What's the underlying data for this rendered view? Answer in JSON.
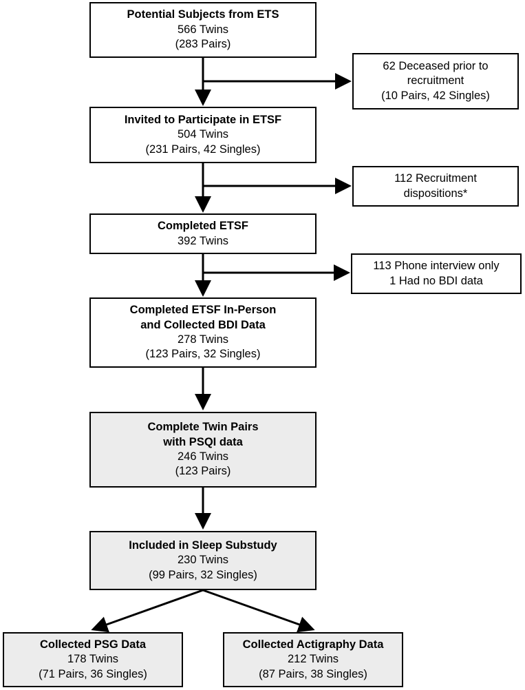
{
  "boxes": {
    "potential": {
      "title": "Potential Subjects from ETS",
      "line1": "566 Twins",
      "line2": "(283 Pairs)"
    },
    "deceased": {
      "line1": "62 Deceased prior to",
      "line2": "recruitment",
      "line3": "(10 Pairs, 42 Singles)"
    },
    "invited": {
      "title": "Invited to Participate in ETSF",
      "line1": "504 Twins",
      "line2": "(231 Pairs, 42 Singles)"
    },
    "dispositions": {
      "line1": "112 Recruitment",
      "line2": "dispositions*"
    },
    "completed": {
      "title": "Completed ETSF",
      "line1": "392 Twins"
    },
    "phone": {
      "line1": "113 Phone interview only",
      "line2": "1 Had no BDI data"
    },
    "inperson": {
      "title1": "Completed ETSF In-Person",
      "title2": "and Collected BDI Data",
      "line1": "278 Twins",
      "line2": "(123 Pairs, 32 Singles)"
    },
    "pairs": {
      "title1": "Complete Twin Pairs",
      "title2": "with PSQI data",
      "line1": "246 Twins",
      "line2": "(123 Pairs)"
    },
    "sleep": {
      "title": "Included in Sleep Substudy",
      "line1": "230 Twins",
      "line2": "(99 Pairs, 32 Singles)"
    },
    "psg": {
      "title": "Collected PSG Data",
      "line1": "178 Twins",
      "line2": "(71 Pairs, 36 Singles)"
    },
    "actigraphy": {
      "title": "Collected Actigraphy Data",
      "line1": "212 Twins",
      "line2": "(87 Pairs, 38 Singles)"
    }
  },
  "colors": {
    "shaded_fill": "#ececec",
    "stroke": "#000000"
  }
}
